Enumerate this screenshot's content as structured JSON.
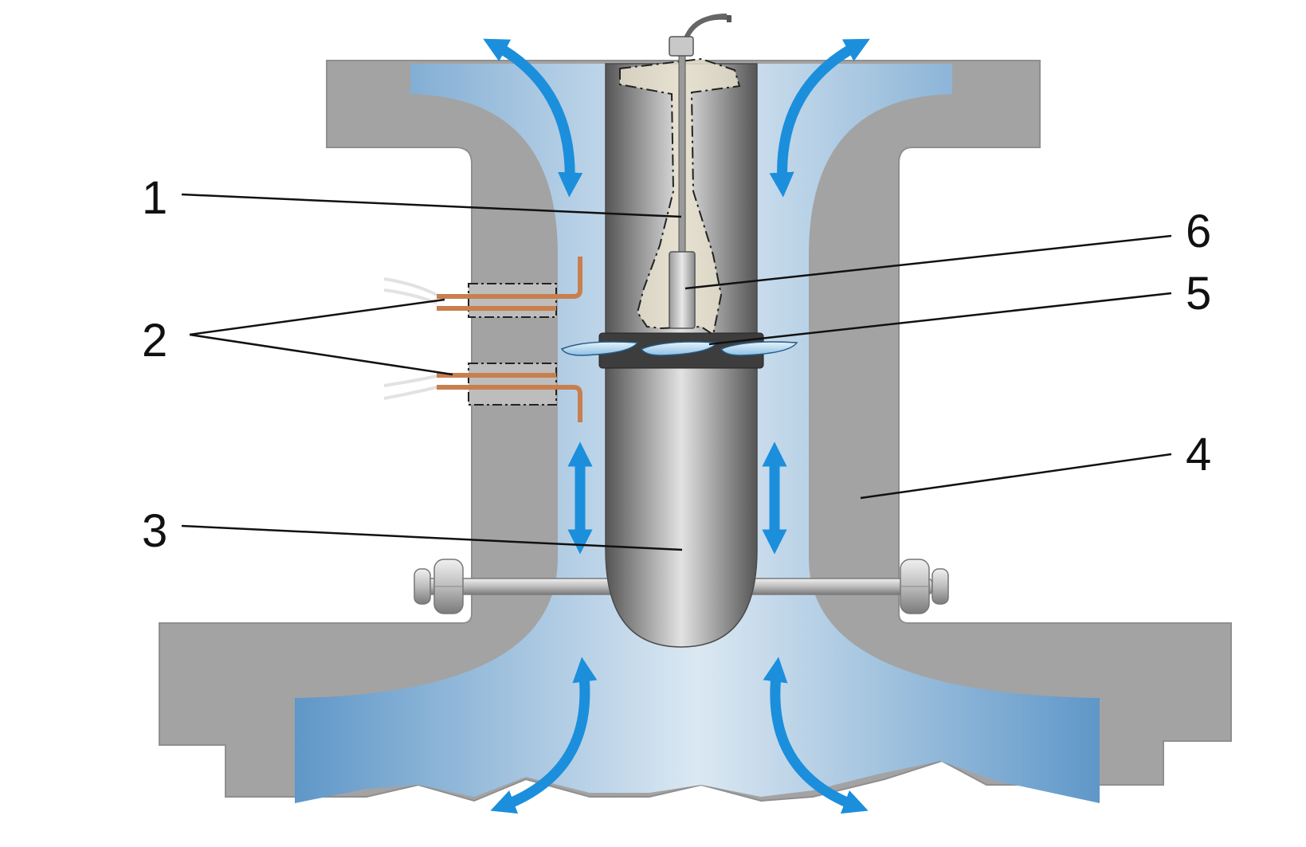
{
  "callouts": [
    {
      "id": "1",
      "label": "1"
    },
    {
      "id": "2",
      "label": "2"
    },
    {
      "id": "3",
      "label": "3"
    },
    {
      "id": "4",
      "label": "4"
    },
    {
      "id": "5",
      "label": "5"
    },
    {
      "id": "6",
      "label": "6"
    }
  ],
  "colors": {
    "housing": "#a3a3a3",
    "housing_edge": "#8f8f8f",
    "fluid_dark": "#5f97c8",
    "fluid_light": "#dbe8f2",
    "arrow": "#1b8fdc",
    "probe_dark": "#5a5a5a",
    "probe_light": "#d9d9d9",
    "copper": "#c87f4e",
    "leader": "#111111"
  },
  "icons": {
    "flow_arrow": "double-headed-curved-arrow",
    "probe": "electrode-probe-icon",
    "bolt": "hex-bolt-icon"
  }
}
